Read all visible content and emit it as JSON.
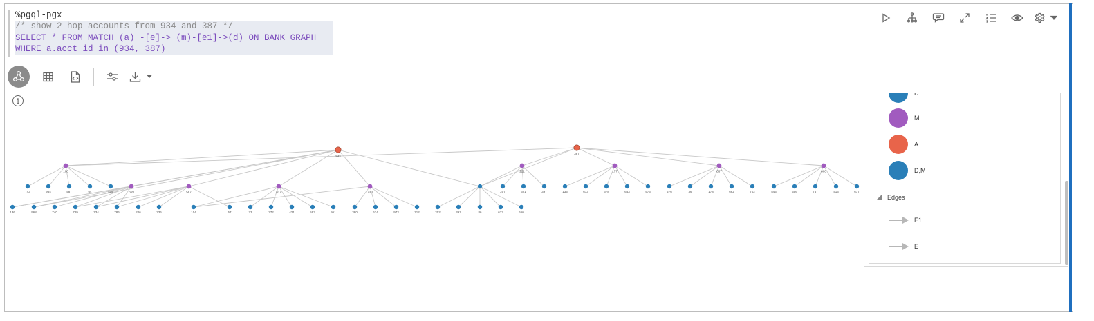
{
  "editor": {
    "lines": [
      "%pgql-pgx",
      "/* show 2-hop accounts from 934 and 387 */",
      "SELECT * FROM MATCH (a) -[e]-> (m)-[e1]->(d) ON BANK_GRAPH",
      "WHERE a.acct_id in (934, 387)"
    ]
  },
  "toolbar": {
    "icons": [
      "run-icon",
      "graph-structure-icon",
      "comment-icon",
      "expand-icon",
      "list-icon",
      "eye-icon",
      "gear-icon",
      "chevron-down-icon"
    ]
  },
  "view_toolbar": {
    "icons": [
      "graph-view-icon",
      "table-view-icon",
      "code-file-icon",
      "settings-sliders-icon",
      "download-icon",
      "chevron-down-icon"
    ]
  },
  "info_glyph": "i",
  "colors": {
    "accent": "#1f6fbf",
    "node_a": "#e8644a",
    "node_m": "#a15bbf",
    "node_d": "#2a7fb8",
    "edge": "#c8c8c8"
  },
  "graph": {
    "labels": {
      "a": [
        "934",
        "387"
      ],
      "m": [
        "186",
        "369",
        "587",
        "817",
        "730",
        "221",
        "177",
        "867",
        "860"
      ],
      "d_left": [
        "743",
        "964",
        "587",
        "64",
        "405"
      ],
      "row2_right": [
        "207",
        "621",
        "397",
        "135",
        "673",
        "678",
        "663",
        "976",
        "276",
        "36",
        "178",
        "662",
        "702",
        "543",
        "556",
        "767",
        "413",
        "677"
      ],
      "row3": [
        "136",
        "968",
        "740",
        "789",
        "734",
        "786",
        "226",
        "236",
        "104",
        "57",
        "73",
        "272",
        "421",
        "593",
        "951",
        "380",
        "634",
        "973",
        "712",
        "202",
        "397",
        "86",
        "673",
        "660"
      ]
    }
  },
  "legend": {
    "nodes": [
      {
        "label": "D",
        "color": "#2a7fb8"
      },
      {
        "label": "M",
        "color": "#a15bbf"
      },
      {
        "label": "A",
        "color": "#e8644a"
      },
      {
        "label": "D,M",
        "color": "#2a7fb8"
      }
    ],
    "edges_header": "Edges",
    "edges": [
      {
        "label": "E1"
      },
      {
        "label": "E"
      }
    ]
  }
}
